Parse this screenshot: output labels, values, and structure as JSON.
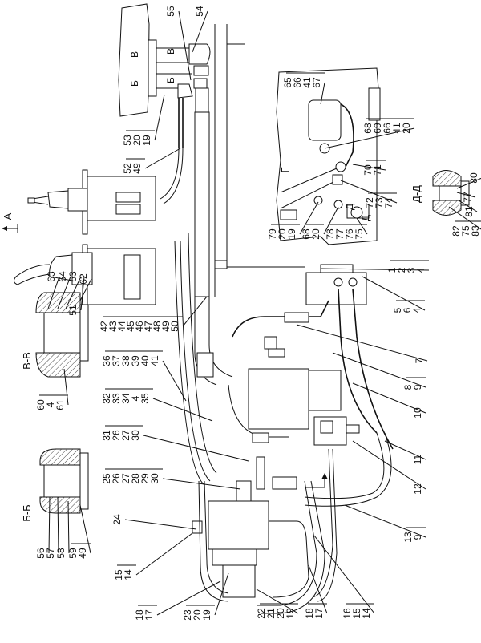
{
  "drawing": {
    "view_arrow_label": "А",
    "view_label_g": "Г",
    "section_labels": {
      "vv": "В-В",
      "bb": "Б-Б",
      "dd": "Д-Д"
    },
    "section_marks": {
      "v": "В",
      "b": "Б",
      "d": "Д"
    }
  },
  "callouts": [
    {
      "numbers": [
        "55"
      ]
    },
    {
      "numbers": [
        "54"
      ]
    },
    {
      "numbers": [
        "53",
        "20",
        "19"
      ]
    },
    {
      "numbers": [
        "52",
        "49"
      ]
    },
    {
      "numbers": [
        "51"
      ]
    },
    {
      "numbers": [
        "42",
        "43",
        "44",
        "45",
        "46",
        "47",
        "48",
        "49",
        "50"
      ]
    },
    {
      "numbers": [
        "36",
        "37",
        "38",
        "39",
        "40",
        "41"
      ]
    },
    {
      "numbers": [
        "32",
        "33",
        "34",
        "4",
        "35"
      ]
    },
    {
      "numbers": [
        "31",
        "26",
        "27",
        "30"
      ]
    },
    {
      "numbers": [
        "25",
        "26",
        "27",
        "28",
        "29",
        "30"
      ]
    },
    {
      "numbers": [
        "24"
      ]
    },
    {
      "numbers": [
        "15",
        "14"
      ]
    },
    {
      "numbers": [
        "18",
        "17"
      ]
    },
    {
      "numbers": [
        "23",
        "20",
        "19"
      ]
    },
    {
      "numbers": [
        "22",
        "21",
        "20",
        "19"
      ]
    },
    {
      "numbers": [
        "18",
        "17"
      ]
    },
    {
      "numbers": [
        "16",
        "15",
        "14"
      ]
    },
    {
      "numbers": [
        "13",
        "9"
      ]
    },
    {
      "numbers": [
        "12"
      ]
    },
    {
      "numbers": [
        "11"
      ]
    },
    {
      "numbers": [
        "10"
      ]
    },
    {
      "numbers": [
        "8",
        "9"
      ]
    },
    {
      "numbers": [
        "7"
      ]
    },
    {
      "numbers": [
        "5",
        "6",
        "4"
      ]
    },
    {
      "numbers": [
        "1",
        "2",
        "3",
        "4"
      ]
    },
    {
      "numbers": [
        "65",
        "66",
        "41",
        "67"
      ]
    },
    {
      "numbers": [
        "68",
        "69",
        "66",
        "41",
        "20"
      ]
    },
    {
      "numbers": [
        "70",
        "71"
      ]
    },
    {
      "numbers": [
        "72",
        "73",
        "74"
      ]
    },
    {
      "numbers": [
        "79",
        "20",
        "19"
      ]
    },
    {
      "numbers": [
        "68",
        "20"
      ]
    },
    {
      "numbers": [
        "78",
        "77",
        "76",
        "75"
      ]
    },
    {
      "numbers": [
        "80"
      ]
    },
    {
      "numbers": [
        "77"
      ]
    },
    {
      "numbers": [
        "81"
      ]
    },
    {
      "numbers": [
        "82",
        "75",
        "83"
      ]
    },
    {
      "numbers": [
        "63"
      ]
    },
    {
      "numbers": [
        "64"
      ]
    },
    {
      "numbers": [
        "63"
      ]
    },
    {
      "numbers": [
        "62"
      ]
    },
    {
      "numbers": [
        "60",
        "4",
        "61"
      ]
    },
    {
      "numbers": [
        "56"
      ]
    },
    {
      "numbers": [
        "57"
      ]
    },
    {
      "numbers": [
        "58"
      ]
    },
    {
      "numbers": [
        "59",
        "49"
      ]
    }
  ]
}
